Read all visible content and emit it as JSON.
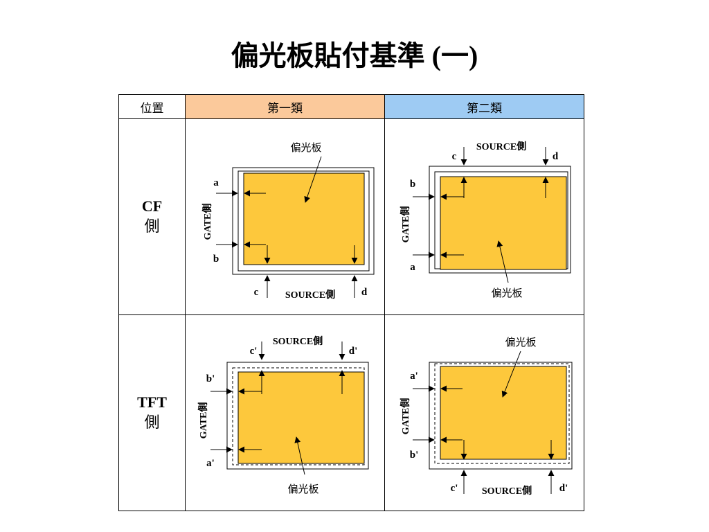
{
  "title": "偏光板貼付基準 (一)",
  "table": {
    "header": {
      "position": "位置",
      "cat1": "第一類",
      "cat2": "第二類"
    },
    "rows": [
      {
        "label_line1": "CF",
        "label_line2": "側"
      },
      {
        "label_line1": "TFT",
        "label_line2": "側"
      }
    ]
  },
  "labels": {
    "polarizer": "偏光板",
    "source_side": "SOURCE側",
    "gate_side": "GATE側"
  },
  "markers": {
    "a": "a",
    "b": "b",
    "c": "c",
    "d": "d",
    "a_prime": "a'",
    "b_prime": "b'",
    "c_prime": "c'",
    "d_prime": "d'"
  },
  "colors": {
    "polarizer_fill": "#fdc83c",
    "cat1_header": "#fbc99b",
    "cat2_header": "#9ecbf3"
  }
}
